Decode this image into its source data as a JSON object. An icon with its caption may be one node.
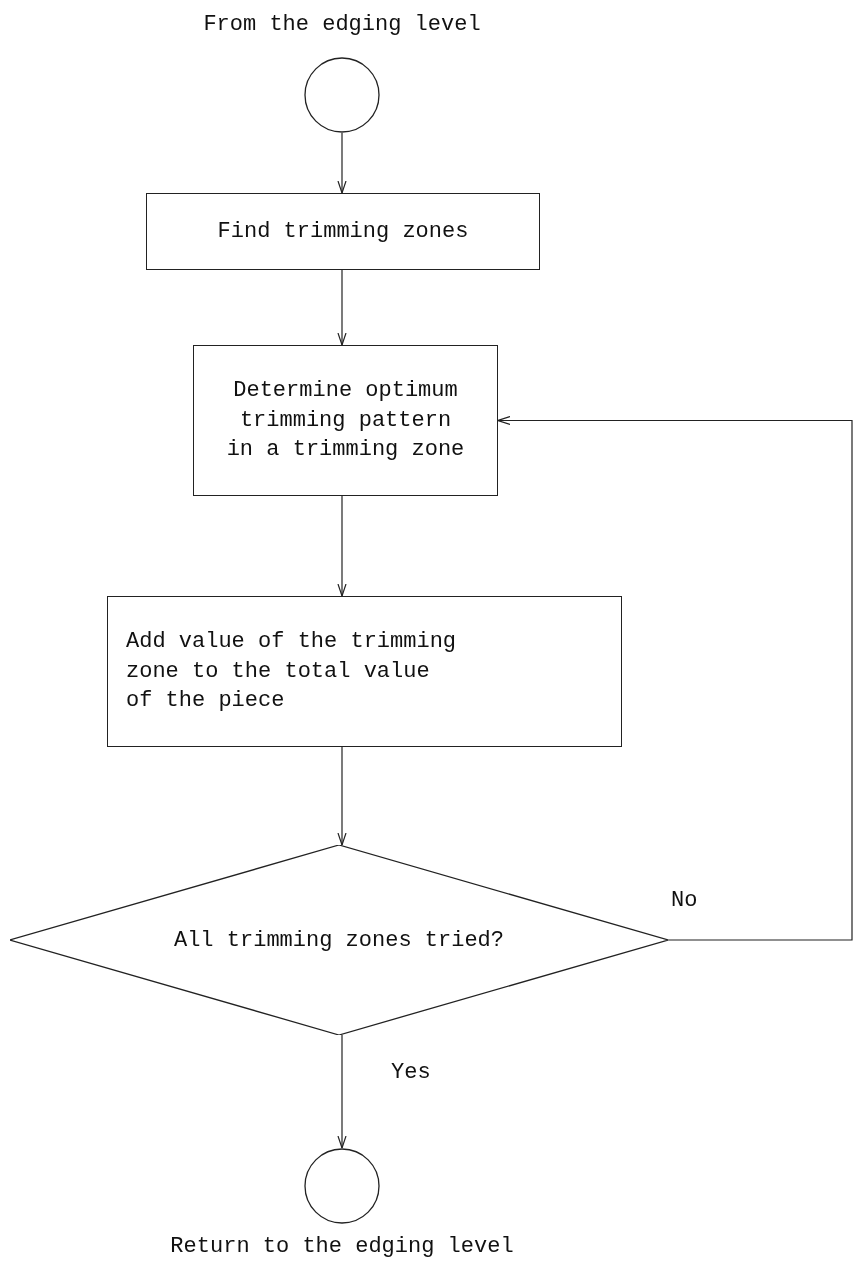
{
  "diagram": {
    "nodes": [
      {
        "text": [],
        "shape": "circle",
        "beside": [
          "From the edging level"
        ]
      },
      {
        "text": [
          "Find trimming zones"
        ]
      },
      {
        "text": [
          "Determine optimum trimming pattern in a trimming zone"
        ]
      },
      {
        "text": [
          "Add value of the trimming zone to the total value of the piece"
        ]
      },
      {
        "text": [
          "All trimming zones tried?"
        ]
      },
      {
        "text": [],
        "shape": "circle",
        "beside": [
          "Return to the edging level"
        ]
      }
    ],
    "edges": [
      {
        "from": 0,
        "to": 1,
        "arrow": "to"
      },
      {
        "from": 1,
        "to": 2,
        "arrow": "to"
      },
      {
        "from": 2,
        "to": 3,
        "arrow": "to"
      },
      {
        "from": 3,
        "to": 4,
        "arrow": "to"
      },
      {
        "from": 4,
        "to": 5,
        "arrow": "to",
        "label": "Yes"
      },
      {
        "from": 4,
        "to": 2,
        "arrow": "to",
        "label": "No"
      }
    ]
  }
}
